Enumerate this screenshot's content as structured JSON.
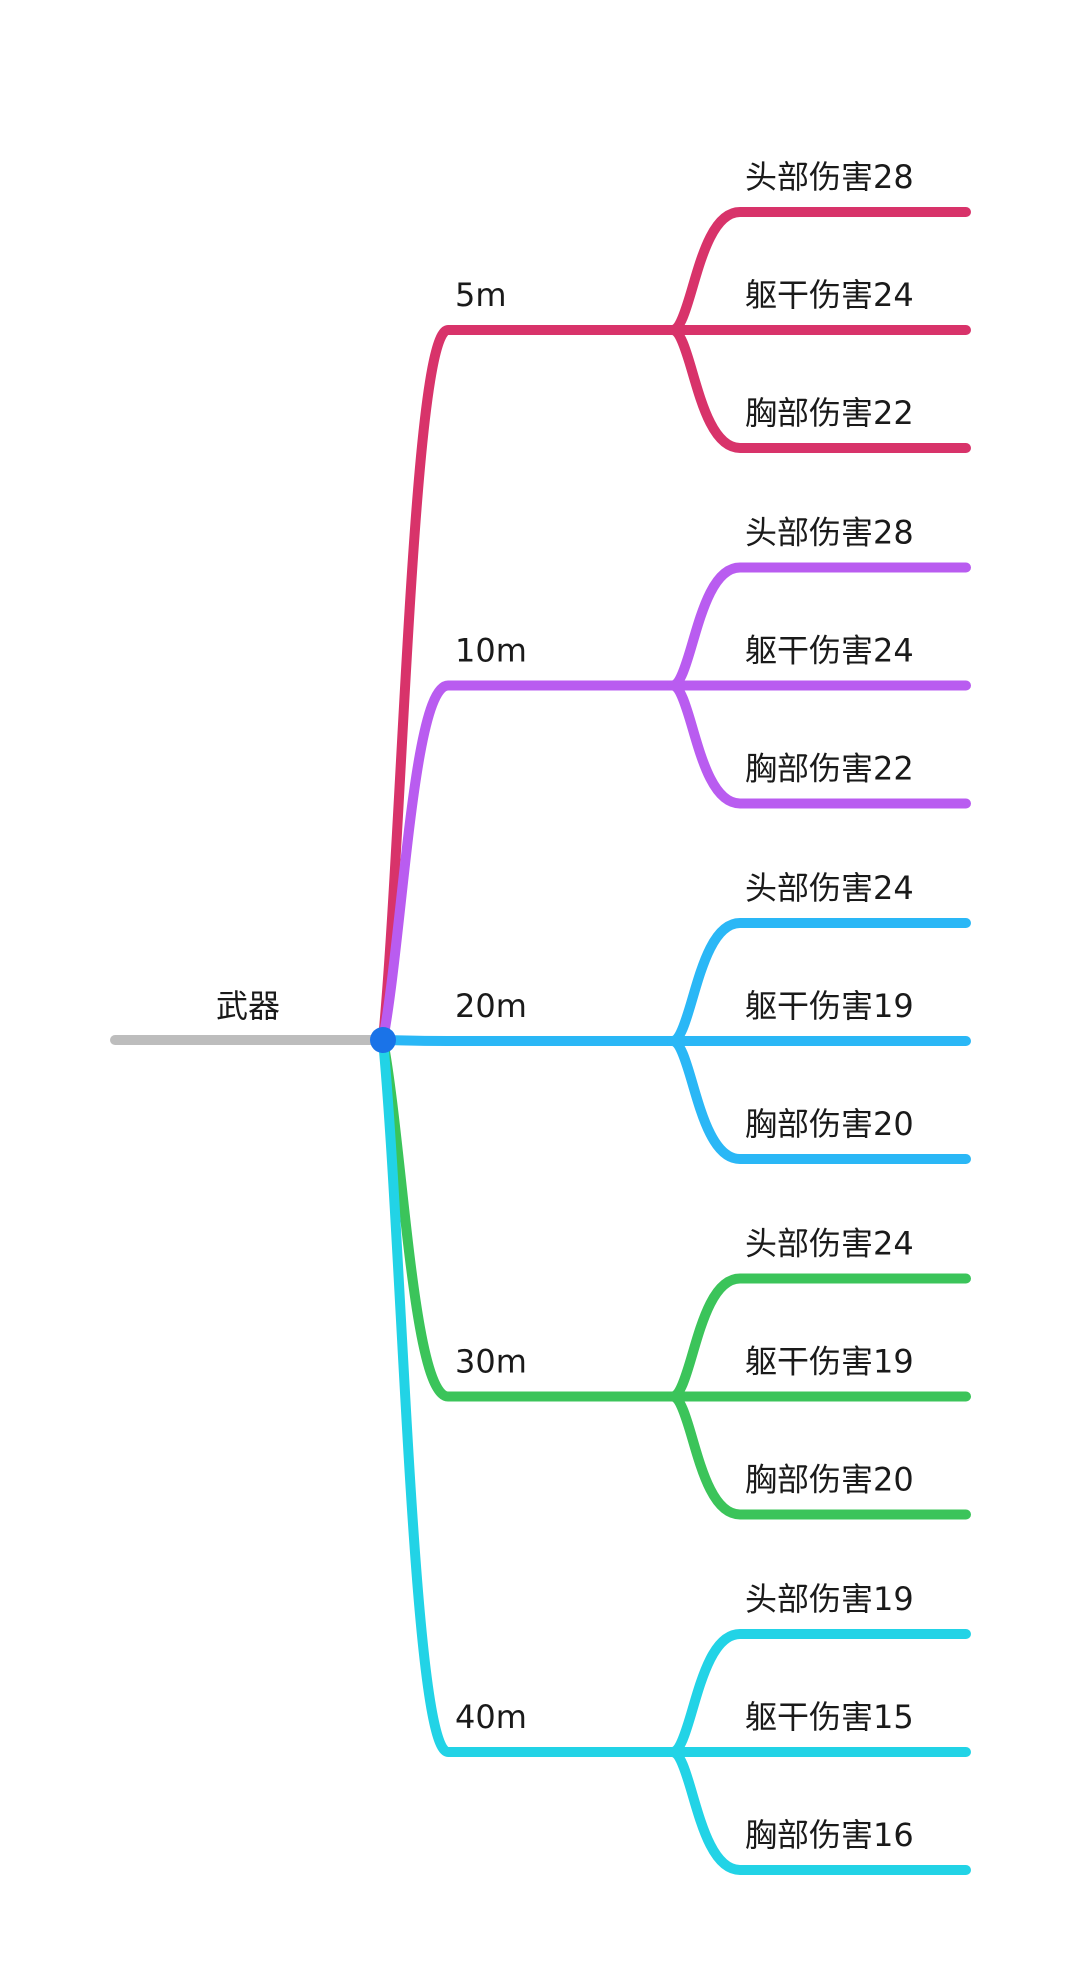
{
  "root": {
    "label": "武器",
    "line_color": "#bdbdbd",
    "dot_color": "#1a73e8"
  },
  "branches": [
    {
      "label": "5m",
      "color": "#d8336a",
      "leaves": [
        "头部伤害28",
        "躯干伤害24",
        "胸部伤害22"
      ]
    },
    {
      "label": "10m",
      "color": "#b95cf0",
      "leaves": [
        "头部伤害28",
        "躯干伤害24",
        "胸部伤害22"
      ]
    },
    {
      "label": "20m",
      "color": "#2ab7f6",
      "leaves": [
        "头部伤害24",
        "躯干伤害19",
        "胸部伤害20"
      ]
    },
    {
      "label": "30m",
      "color": "#3bc45a",
      "leaves": [
        "头部伤害24",
        "躯干伤害19",
        "胸部伤害20"
      ]
    },
    {
      "label": "40m",
      "color": "#22d3e6",
      "leaves": [
        "头部伤害19",
        "躯干伤害15",
        "胸部伤害16"
      ]
    }
  ]
}
